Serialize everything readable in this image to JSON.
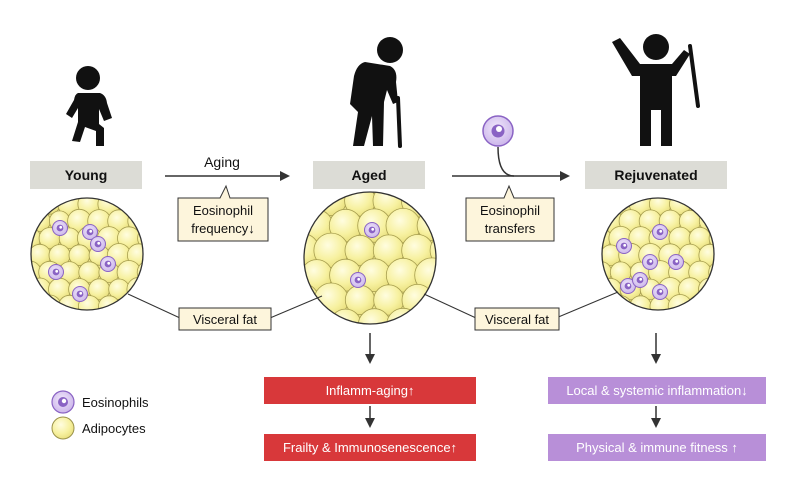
{
  "stages": {
    "young": "Young",
    "aged": "Aged",
    "rejuvenated": "Rejuvenated"
  },
  "arrows": {
    "aging": "Aging"
  },
  "callouts": {
    "eosinophil_frequency": [
      "Eosinophil",
      "frequency↓"
    ],
    "eosinophil_transfers": [
      "Eosinophil",
      "transfers"
    ]
  },
  "fat_labels": {
    "left": "Visceral fat",
    "right": "Visceral fat"
  },
  "outcomes": {
    "inflamm_aging": "Inflamm-aging↑",
    "frailty": "Frailty & Immunosenescence↑",
    "local_systemic": "Local & systemic inflammation↓",
    "physical_immune": "Physical & immune fitness ↑"
  },
  "legend": {
    "eosinophils": "Eosinophils",
    "adipocytes": "Adipocytes"
  },
  "colors": {
    "stage_box": "#dcdcd6",
    "callout_box": "#fdf5dc",
    "adipocyte_fill": "#f8f3a4",
    "eosinophil": "#8a63c4",
    "red_box": "#d8383a",
    "purple_box": "#b88fd8"
  }
}
